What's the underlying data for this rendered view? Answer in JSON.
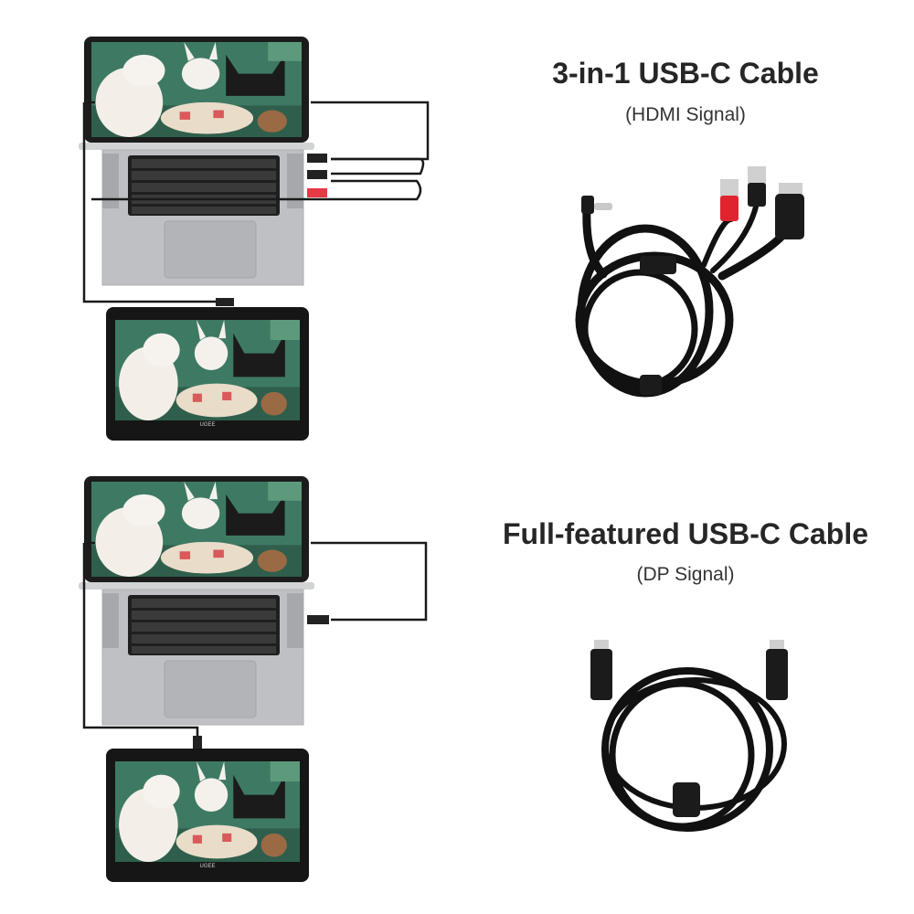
{
  "sections": [
    {
      "title": "3-in-1 USB-C Cable",
      "subtitle": "(HDMI Signal)"
    },
    {
      "title": "Full-featured USB-C Cable",
      "subtitle": "(DP Signal)"
    }
  ],
  "tablet_brand": "UGEE"
}
